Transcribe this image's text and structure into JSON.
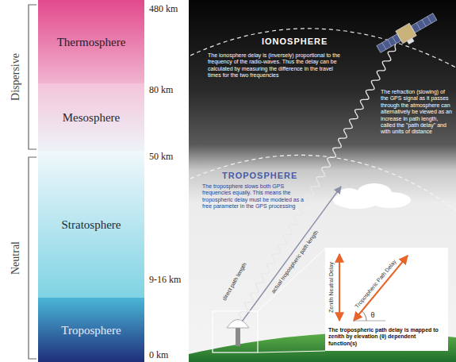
{
  "diagram": {
    "nodes": [
      {
        "text": [
          "Thermosphere"
        ]
      },
      {
        "text": [
          "Mesosphere"
        ]
      },
      {
        "text": [
          "Stratosphere"
        ]
      },
      {
        "text": [
          "Troposphere"
        ]
      },
      {
        "text": [
          "Zenith Neutral Delay",
          "Tropospheric Path Delay",
          "θ",
          "The tropospheric path delay is mapped to zenith by elevation (θ) dependent function(s)"
        ]
      }
    ],
    "labels": [
      "Dispersive",
      "Neutral",
      "480 km",
      "80 km",
      "50 km",
      "9-16 km",
      "0 km",
      "IONOSPHERE",
      "The ionosphere delay is (inversely) proportional to the frequency of the radio-waves. Thus the delay can be calculated by measuring the difference in the travel times for the two frequencies",
      "The refraction (slowing) of the GPS signal as it passes through the atmosphere can alternatively be viewed as an increase in path length, called the \"path delay\" and with units of distance",
      "TROPOSPHERE",
      "The troposphere slows both GPS frequencies equally. This means the tropospheric delay must be modeled as a free parameter in the GPS processing",
      "actual tropospheric path length",
      "direct path length"
    ]
  }
}
